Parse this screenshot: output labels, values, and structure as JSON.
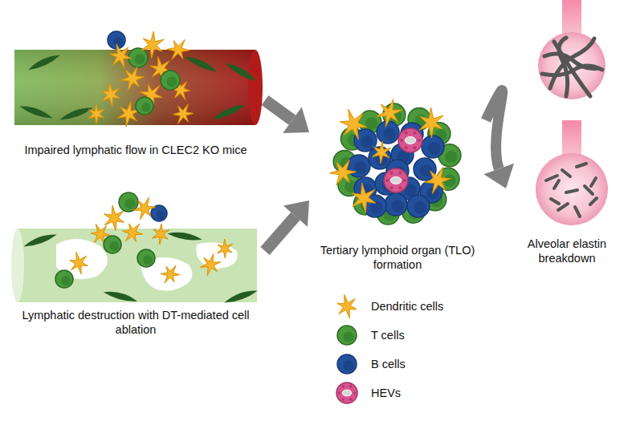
{
  "diagram": {
    "nodes": [
      {
        "text": [
          "Impaired lymphatic flow in CLEC2 KO mice"
        ]
      },
      {
        "text": [
          "Lymphatic destruction with DT-mediated cell ablation"
        ]
      },
      {
        "text": [
          "Tertiary lymphoid organ (TLO) formation"
        ]
      },
      {
        "text": [
          "Alveolar elastin breakdown"
        ]
      }
    ],
    "edges": [
      {
        "from": 0,
        "to": 2,
        "arrow": "to"
      },
      {
        "from": 1,
        "to": 2,
        "arrow": "to"
      },
      {
        "from": 2,
        "to": 3,
        "arrow": "to"
      }
    ],
    "legend": [
      {
        "text": "Dendritic cells",
        "color": "#f7b52c"
      },
      {
        "text": "T cells",
        "color": "#4a9a3c"
      },
      {
        "text": "B cells",
        "color": "#22509c"
      },
      {
        "text": "HEVs"
      }
    ]
  }
}
